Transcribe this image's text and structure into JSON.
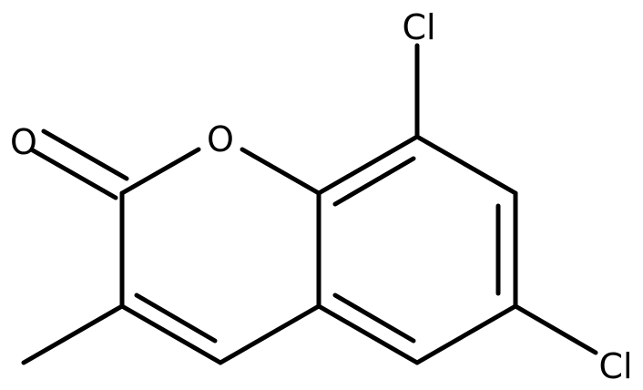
{
  "molecule": {
    "atoms": {
      "carbonyl_oxygen": "O",
      "ring_oxygen": "O",
      "chlorine_top": "Cl",
      "chlorine_bottom": "Cl"
    }
  },
  "colors": {
    "bond": "#000000",
    "label": "#000000",
    "background": "#ffffff"
  }
}
